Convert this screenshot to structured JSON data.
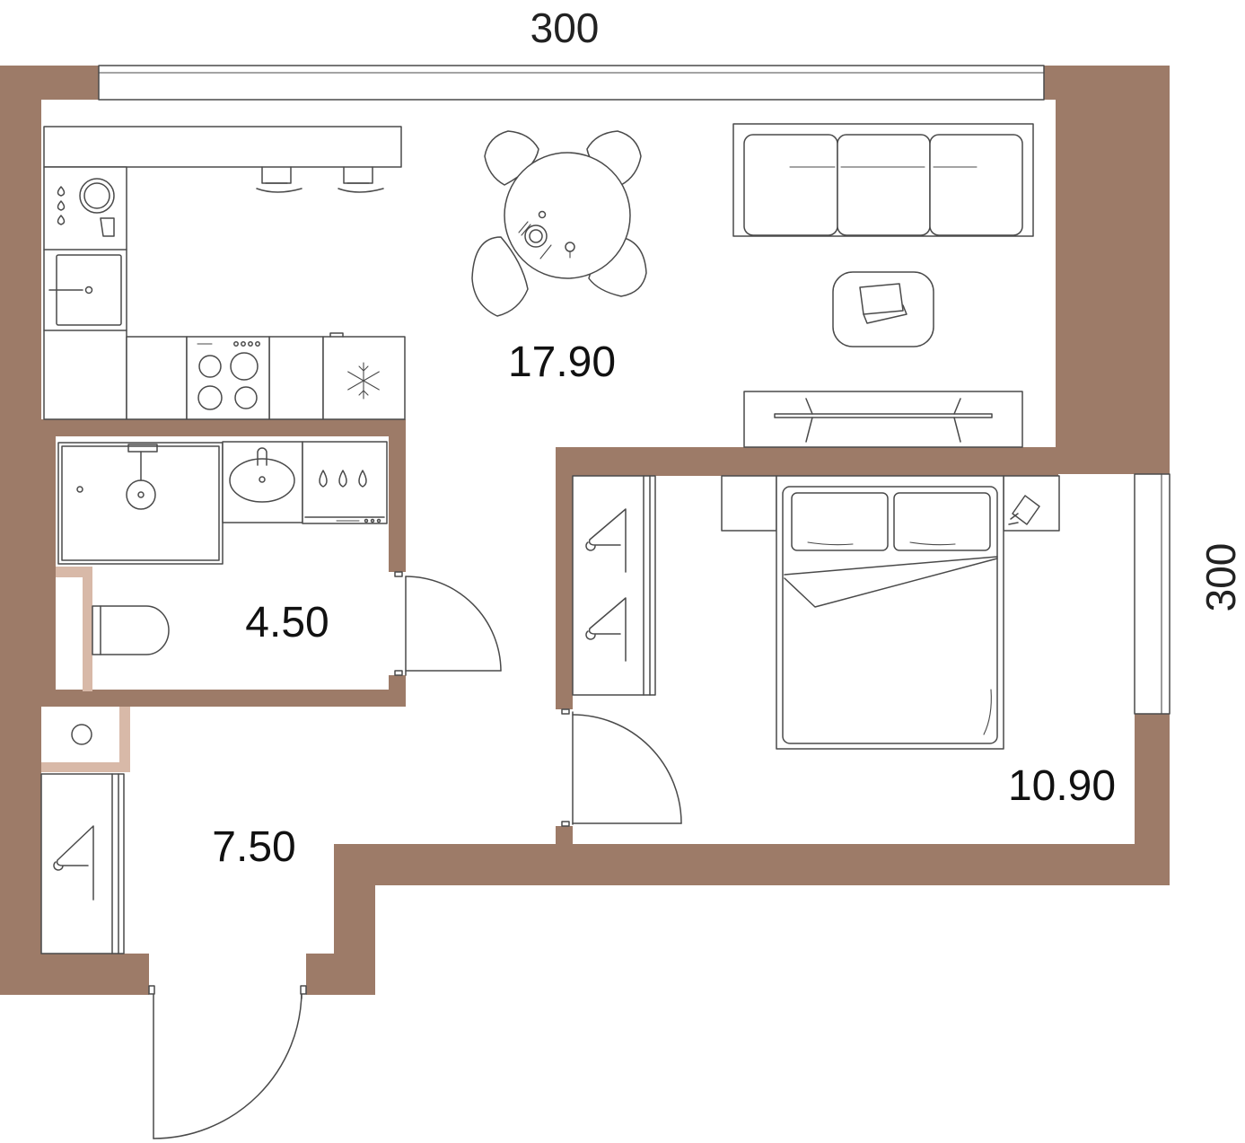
{
  "dimensions": {
    "top": "300",
    "right": "300"
  },
  "rooms": {
    "kitchen_living": {
      "area": "17.90"
    },
    "bathroom": {
      "area": "4.50"
    },
    "hallway": {
      "area": "7.50"
    },
    "bedroom": {
      "area": "10.90"
    }
  },
  "colors": {
    "wall": "#9d7b68",
    "partition": "#d8b9a8",
    "furniture_stroke": "#4a4a4a"
  },
  "icons": [
    "snowflake-icon",
    "hanger-icon",
    "water-drops-icon",
    "stove-icon",
    "sink-icon"
  ]
}
